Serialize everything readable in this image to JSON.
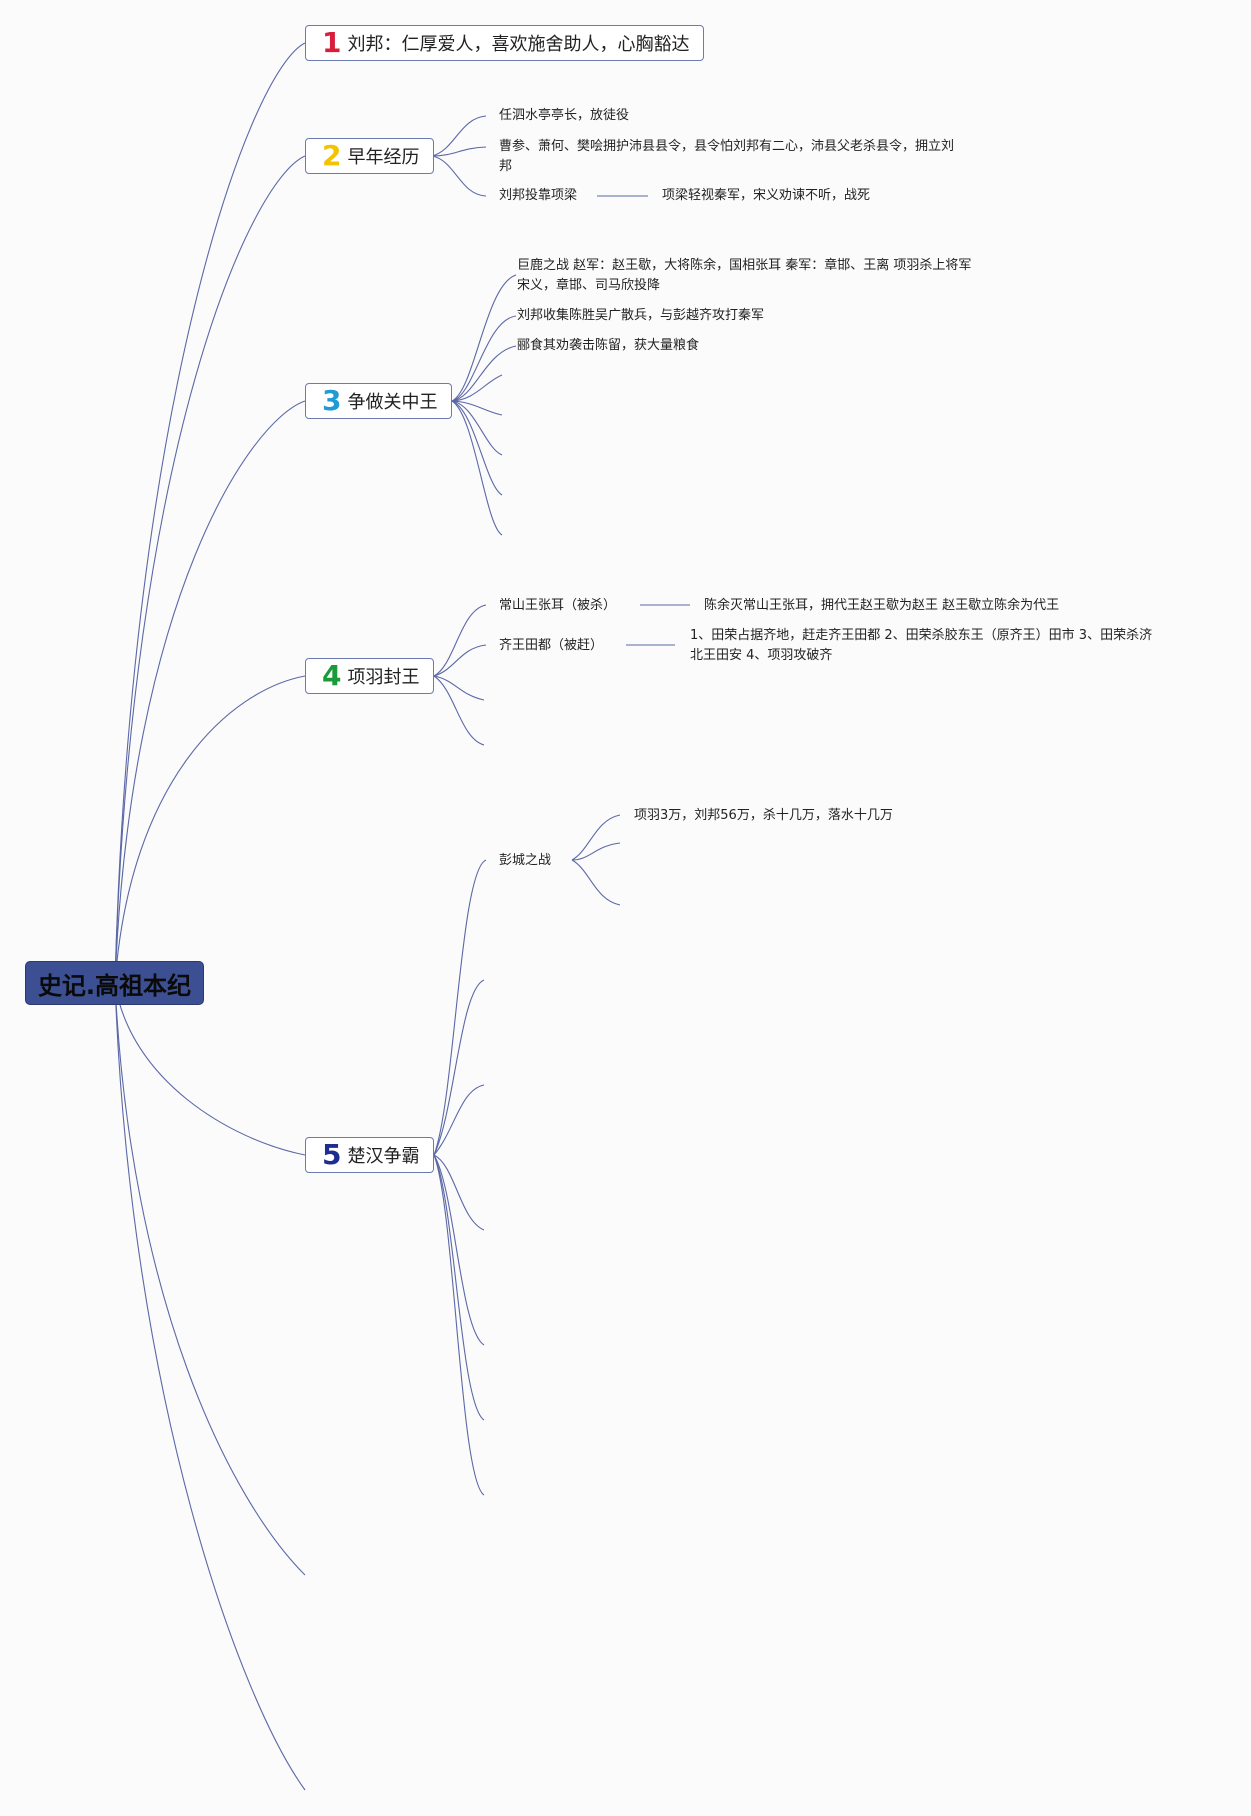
{
  "root": {
    "label": "史记.高祖本纪"
  },
  "colors": {
    "line": "#5b68a6",
    "root_bg": "#3c4f92",
    "n1": "#d81e3a",
    "n2": "#f2c400",
    "n3": "#1e9ad6",
    "n4": "#1a9b3a",
    "n5": "#1c2e8f"
  },
  "topics": [
    {
      "num": "1",
      "label": "刘邦：仁厚爱人，喜欢施舍助人，心胸豁达"
    },
    {
      "num": "2",
      "label": "早年经历"
    },
    {
      "num": "3",
      "label": "争做关中王"
    },
    {
      "num": "4",
      "label": "项羽封王"
    },
    {
      "num": "5",
      "label": "楚汉争霸"
    }
  ],
  "early": {
    "items": [
      "任泗水亭亭长，放徒役",
      "曹参、萧何、樊哙拥护沛县县令，县令怕刘邦有二心，沛县父老杀县令，拥立刘",
      "邦",
      "刘邦投靠项梁",
      "项梁轻视秦军，宋义劝谏不听，战死"
    ]
  },
  "guanzhong": {
    "items": [
      "巨鹿之战 赵军：赵王歇，大将陈余，国相张耳 秦军：章邯、王离 项羽杀上将军",
      "宋义，章邯、司马欣投降",
      "刘邦收集陈胜吴广散兵，与彭越齐攻打秦军",
      "郦食其劝袭击陈留，获大量粮食"
    ]
  },
  "fengwang": {
    "items": [
      "常山王张耳（被杀）",
      "陈余灭常山王张耳，拥代王赵王歇为赵王 赵王歇立陈余为代王",
      "齐王田都（被赶）",
      "1、田荣占据齐地，赶走齐王田都 2、田荣杀胶东王（原齐王）田市 3、田荣杀济",
      "北王田安 4、项羽攻破齐"
    ]
  },
  "chuhan": {
    "pengcheng": "彭城之战",
    "detail": "项羽3万，刘邦56万，杀十几万，落水十几万"
  }
}
